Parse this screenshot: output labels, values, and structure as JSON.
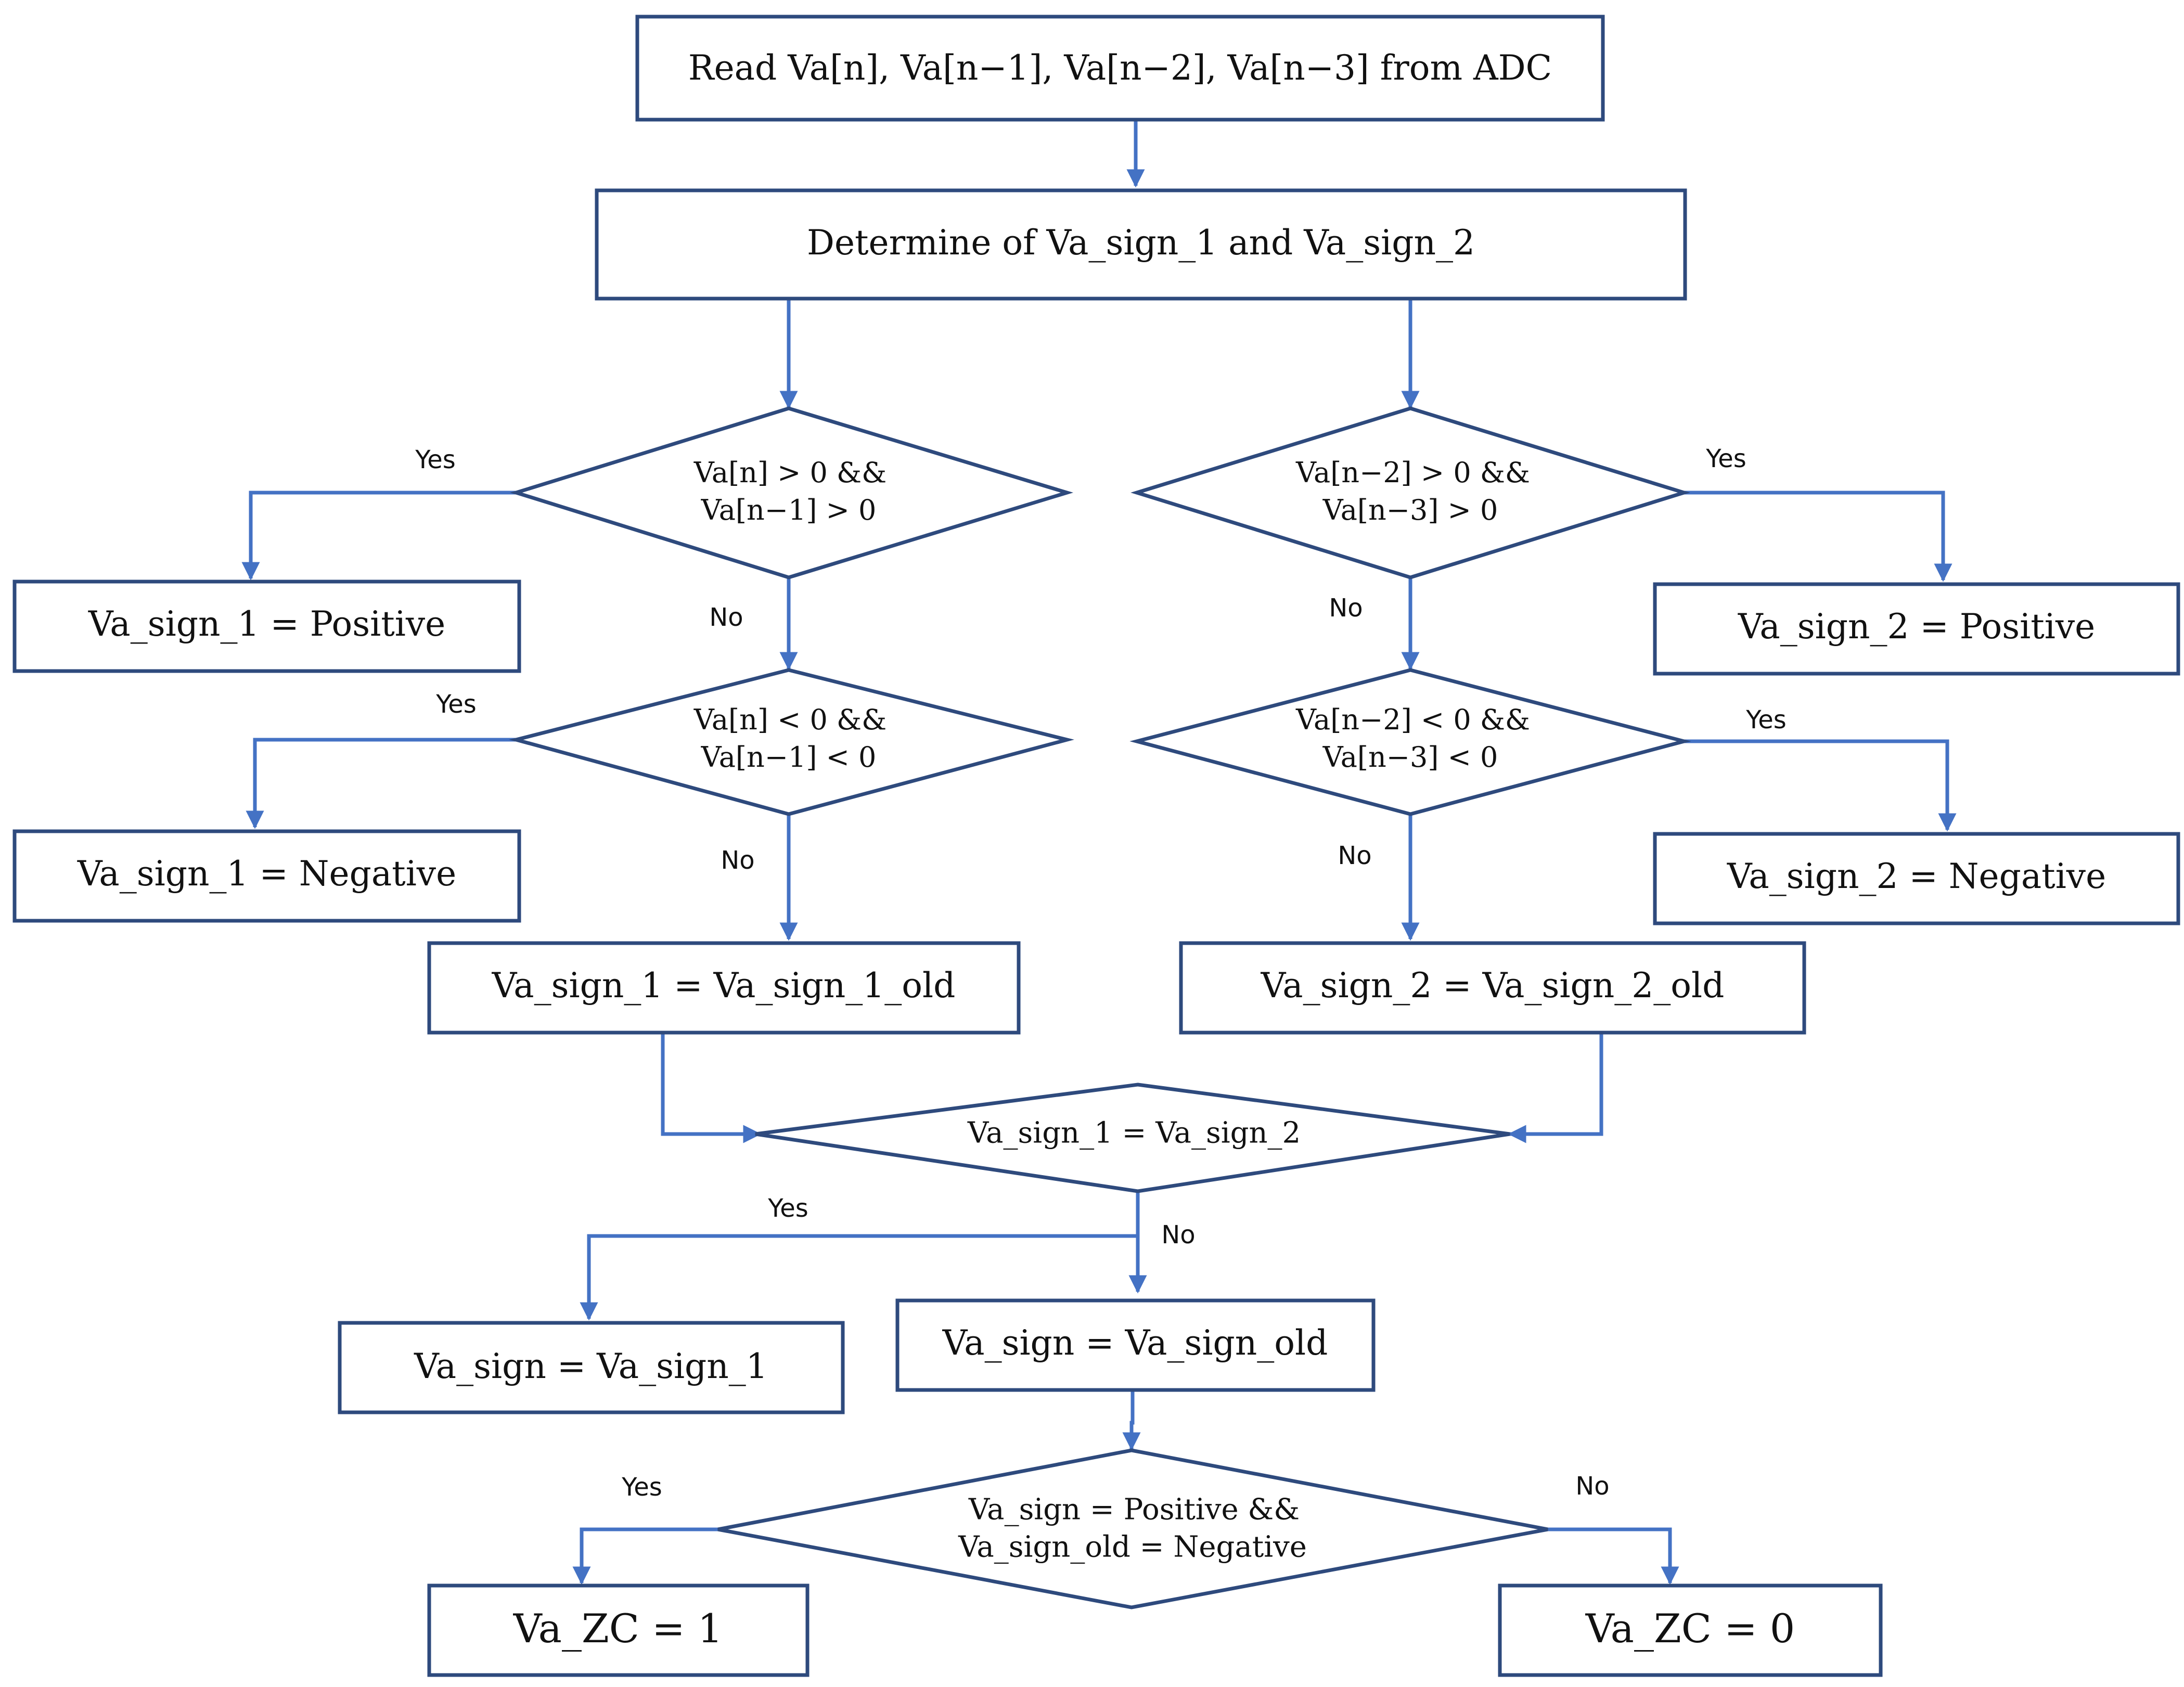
{
  "colors": {
    "box_stroke": "#2e4a7d",
    "arrow": "#4472c4",
    "text": "#111111",
    "background": "#ffffff"
  },
  "nodes": {
    "read_adc": "Read  Va[n],  Va[n−1],  Va[n−2],  Va[n−3]  from  ADC",
    "determine": "Determine  of  Va_sign_1  and  Va_sign_2",
    "cond_pos_1": [
      "Va[n] > 0  &&",
      "Va[n−1] > 0"
    ],
    "cond_pos_2": [
      "Va[n−2] > 0  &&",
      "Va[n−3] > 0"
    ],
    "sign1_positive": "Va_sign_1  = Positive",
    "sign2_positive": "Va_sign_2  = Positive",
    "cond_neg_1": [
      "Va[n] < 0  &&",
      "Va[n−1] < 0"
    ],
    "cond_neg_2": [
      "Va[n−2] < 0  &&",
      "Va[n−3] < 0"
    ],
    "sign1_negative": "Va_sign_1  = Negative",
    "sign2_negative": "Va_sign_2  = Negative",
    "sign1_old": "Va_sign_1  = Va_sign_1_old",
    "sign2_old": "Va_sign_2  = Va_sign_2_old",
    "cond_equal": "Va_sign_1 = Va_sign_2",
    "sign_equals_sign1": "Va_sign  = Va_sign_1",
    "sign_equals_old": "Va_sign  = Va_sign_old",
    "cond_zc": [
      "Va_sign = Positive &&",
      "Va_sign_old = Negative"
    ],
    "zc_one": "Va_ZC = 1",
    "zc_zero": "Va_ZC = 0"
  },
  "edge_labels": {
    "yes": "Yes",
    "no": "No"
  }
}
